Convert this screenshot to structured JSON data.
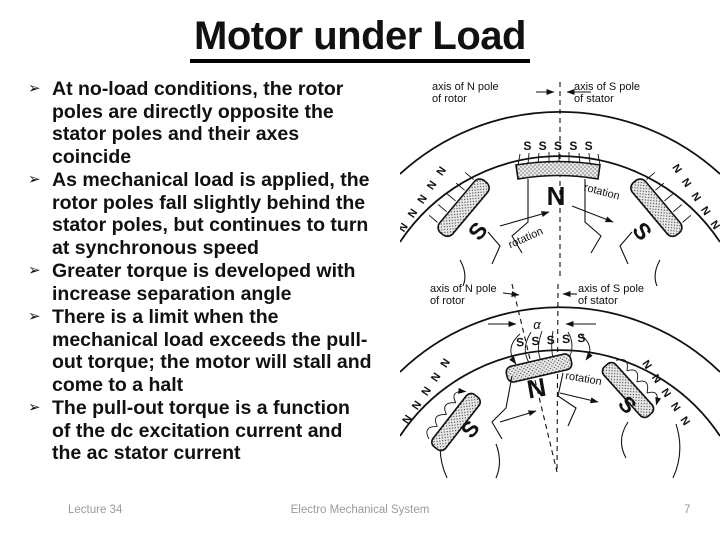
{
  "slide": {
    "title": "Motor under Load",
    "bullet_glyph": "➢",
    "bullets": [
      "At no-load conditions, the rotor\npoles are directly opposite the\nstator poles and their axes\ncoincide",
      "As mechanical load is applied, the\nrotor poles fall slightly behind the\nstator poles, but continues to turn\nat synchronous speed",
      "Greater torque is developed with\nincrease separation angle",
      "There is a limit when the\nmechanical load exceeds the pull-\nout torque; the motor will stall and\ncome to a halt",
      "The pull-out torque is a function\nof the dc excitation current and\nthe ac stator current"
    ],
    "footer": {
      "left": "Lecture 34",
      "center": "Electro Mechanical System",
      "page": "7"
    }
  },
  "diagram_no_load": {
    "axis_n_line1": "axis of N pole",
    "axis_n_line2": "of rotor",
    "axis_s_line1": "axis of S pole",
    "axis_s_line2": "of stator",
    "stator_top": "S S S S S",
    "stator_left": "N N N N N",
    "stator_right": "N N N N N",
    "rotor_top": "N",
    "rotor_left": "S",
    "rotor_right": "S",
    "rotation_left": "rotation",
    "rotation_right": "rotation"
  },
  "diagram_under_load": {
    "axis_n_line1": "axis of N pole",
    "axis_n_line2": "of rotor",
    "axis_s_line1": "axis of S pole",
    "axis_s_line2": "of stator",
    "angle": "α",
    "stator_top": "S S S S S",
    "stator_left": "N N N N N",
    "stator_right": "N N N N N",
    "rotor_top": "N",
    "rotor_left": "S",
    "rotor_right": "S",
    "rotation": "rotation"
  }
}
